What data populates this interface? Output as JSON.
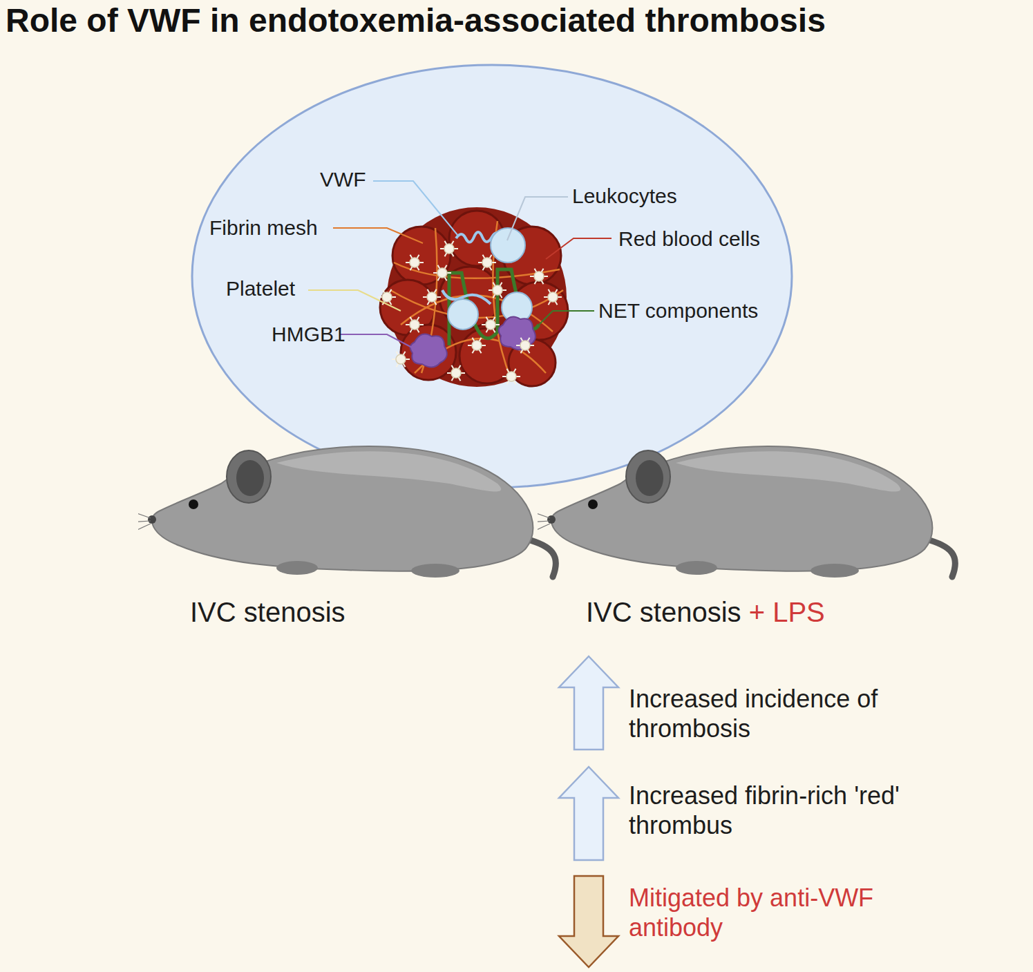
{
  "diagram": {
    "title": "Role of VWF in endotoxemia-associated thrombosis",
    "labels": [
      "VWF",
      "Leukocytes",
      "Fibrin mesh",
      "Red blood cells",
      "Platelet",
      "NET components",
      "HMGB1",
      "IVC stenosis",
      "IVC stenosis",
      "+ LPS",
      "Increased incidence of thrombosis",
      "Increased fibrin-rich 'red' thrombus",
      "Mitigated by anti-VWF antibody"
    ]
  }
}
